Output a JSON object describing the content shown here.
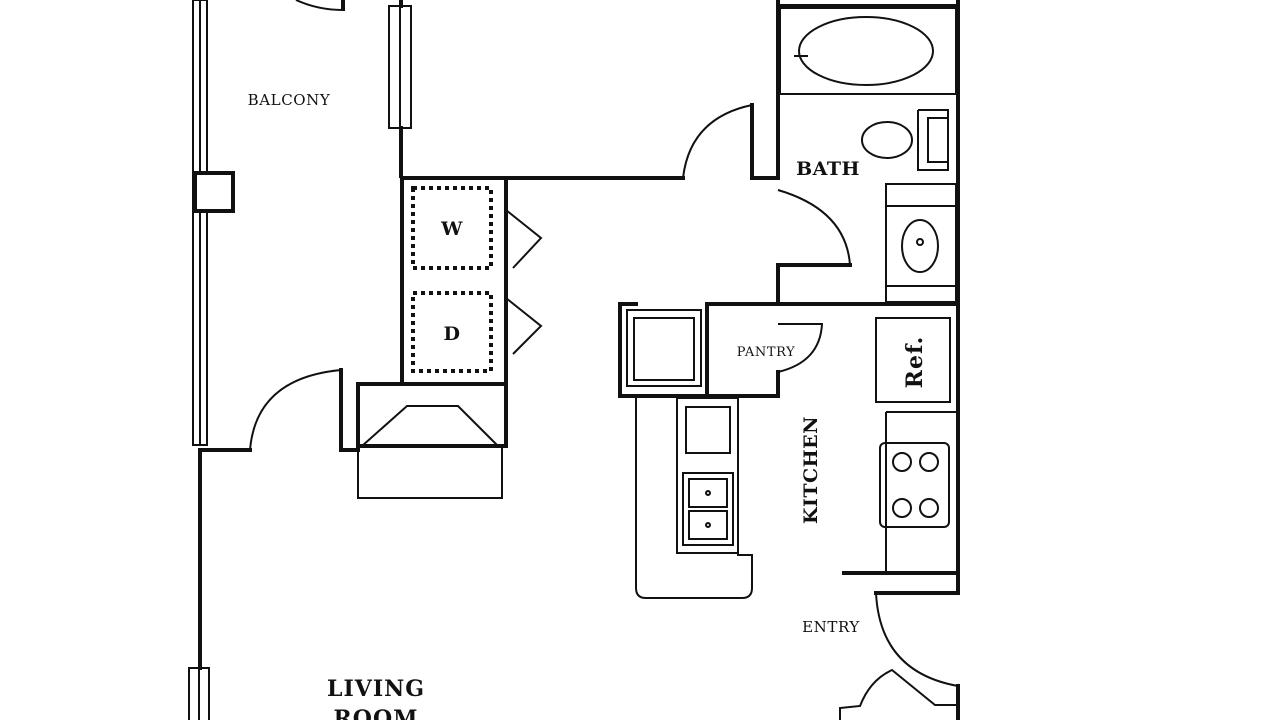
{
  "floorplan": {
    "rooms": {
      "balcony": "BALCONY",
      "bath": "BATH",
      "washer": "W",
      "dryer": "D",
      "pantry": "PANTRY",
      "refrigerator": "Ref.",
      "kitchen": "KITCHEN",
      "entry": "ENTRY",
      "living_line1": "LIVING",
      "living_line2": "ROOM"
    },
    "colors": {
      "wall": "#111111",
      "background": "#ffffff"
    }
  }
}
